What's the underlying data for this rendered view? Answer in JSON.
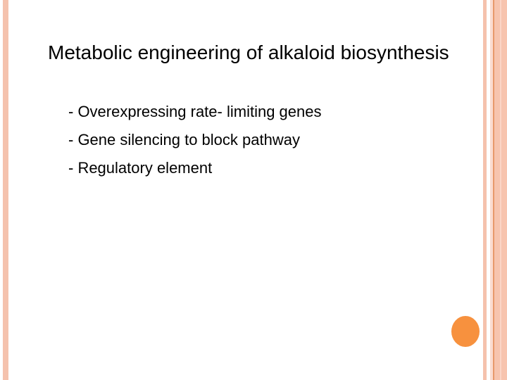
{
  "slide": {
    "title": "Metabolic engineering of alkaloid biosynthesis",
    "bullets": [
      "- Overexpressing rate- limiting genes",
      "- Gene silencing to block pathway",
      "- Regulatory element"
    ]
  },
  "theme": {
    "background": "#ffffff",
    "text_color": "#000000",
    "stripe_salmon": "#f5c2ad",
    "stripe_light": "#fbdcd0",
    "stripe_dark_line": "#e8996b",
    "stripe_wide_band": "#f7c4ae",
    "stripe_wide_band_light": "#fbd5c6",
    "circle_orange": "#f7913e"
  }
}
